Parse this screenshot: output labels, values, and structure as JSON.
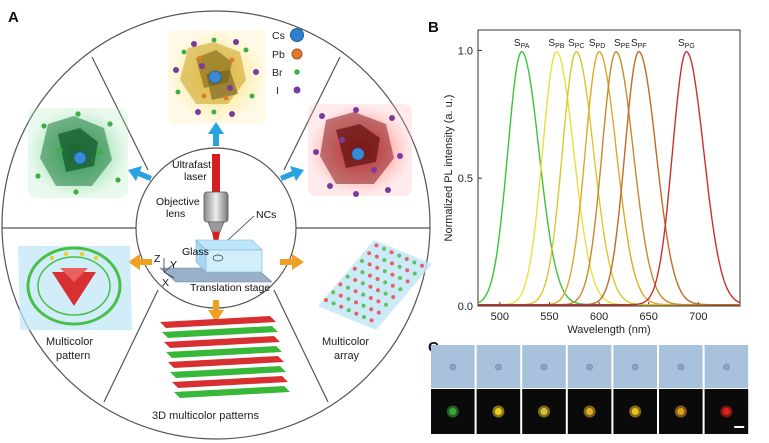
{
  "panels": {
    "a": {
      "letter": "A"
    },
    "b": {
      "letter": "B"
    },
    "c": {
      "letter": "C"
    }
  },
  "schematic": {
    "center_labels": {
      "ultrafast": "Ultrafast",
      "laser": "laser",
      "objective": "Objective",
      "lens": "lens",
      "ncs": "NCs",
      "glass": "Glass",
      "translation_stage": "Translation stage",
      "axis_z": "Z",
      "axis_y": "Y",
      "axis_x": "X"
    },
    "legend": {
      "cs": "Cs",
      "pb": "Pb",
      "br": "Br",
      "i": "I"
    },
    "outer_labels": {
      "multicolor_pattern_1": "Multicolor",
      "multicolor_pattern_2": "pattern",
      "multicolor_array_1": "Multicolor",
      "multicolor_array_2": "array",
      "patterns_3d": "3D multicolor  patterns"
    },
    "colors": {
      "cs": "#2f7fd0",
      "pb": "#e07a2a",
      "br": "#3cb043",
      "i": "#7a3b9c",
      "arrow_blue": "#29a3e0",
      "arrow_orange": "#f0a020",
      "laser": "#d42020"
    }
  },
  "chart_data": {
    "type": "line",
    "title": "",
    "xlabel": "Wavelength (nm)",
    "ylabel": "Normalized PL intensity (a. u.)",
    "xlim": [
      478,
      742
    ],
    "ylim": [
      0,
      1.08
    ],
    "xticks": [
      500,
      550,
      600,
      650,
      700
    ],
    "yticks": [
      0.0,
      0.5,
      1.0
    ],
    "ytick_labels": [
      "0.0",
      "0.5",
      "1.0"
    ],
    "series": [
      {
        "name": "S",
        "sub": "PA",
        "peak": 522,
        "color": "#3cc33c"
      },
      {
        "name": "S",
        "sub": "PB",
        "peak": 557,
        "color": "#e8e040"
      },
      {
        "name": "S",
        "sub": "PC",
        "peak": 577,
        "color": "#d8c830"
      },
      {
        "name": "S",
        "sub": "PD",
        "peak": 600,
        "color": "#e0a828"
      },
      {
        "name": "S",
        "sub": "PE",
        "peak": 617,
        "color": "#c8882c"
      },
      {
        "name": "S",
        "sub": "PF",
        "peak": 640,
        "color": "#c26a26"
      },
      {
        "name": "S",
        "sub": "PG",
        "peak": 688,
        "color": "#c83030"
      }
    ]
  },
  "micrographs": {
    "dots": [
      "#3aa83a",
      "#e8d020",
      "#d8c030",
      "#e0b028",
      "#e8c020",
      "#e0a020",
      "#e02020"
    ]
  }
}
